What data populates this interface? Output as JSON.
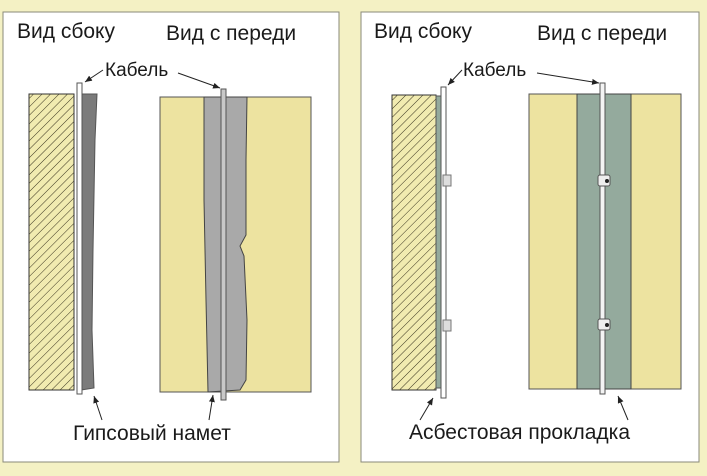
{
  "colors": {
    "background": "#f4f1c4",
    "panel": "#ffffff",
    "wall_yellow": "#ede3a0",
    "plaster_gray": "#a9a9a9",
    "plaster_dark": "#7b7b7b",
    "asbestos_green": "#94aa9d"
  },
  "left_panel": {
    "side_view_label": "Вид сбоку",
    "front_view_label": "Вид с  переди",
    "cable_label": "Кабель",
    "bottom_label": "Гипсовый намет"
  },
  "right_panel": {
    "side_view_label": "Вид сбоку",
    "front_view_label": "Вид с  переди",
    "cable_label": "Кабель",
    "bottom_label": "Асбестовая прокладка"
  }
}
